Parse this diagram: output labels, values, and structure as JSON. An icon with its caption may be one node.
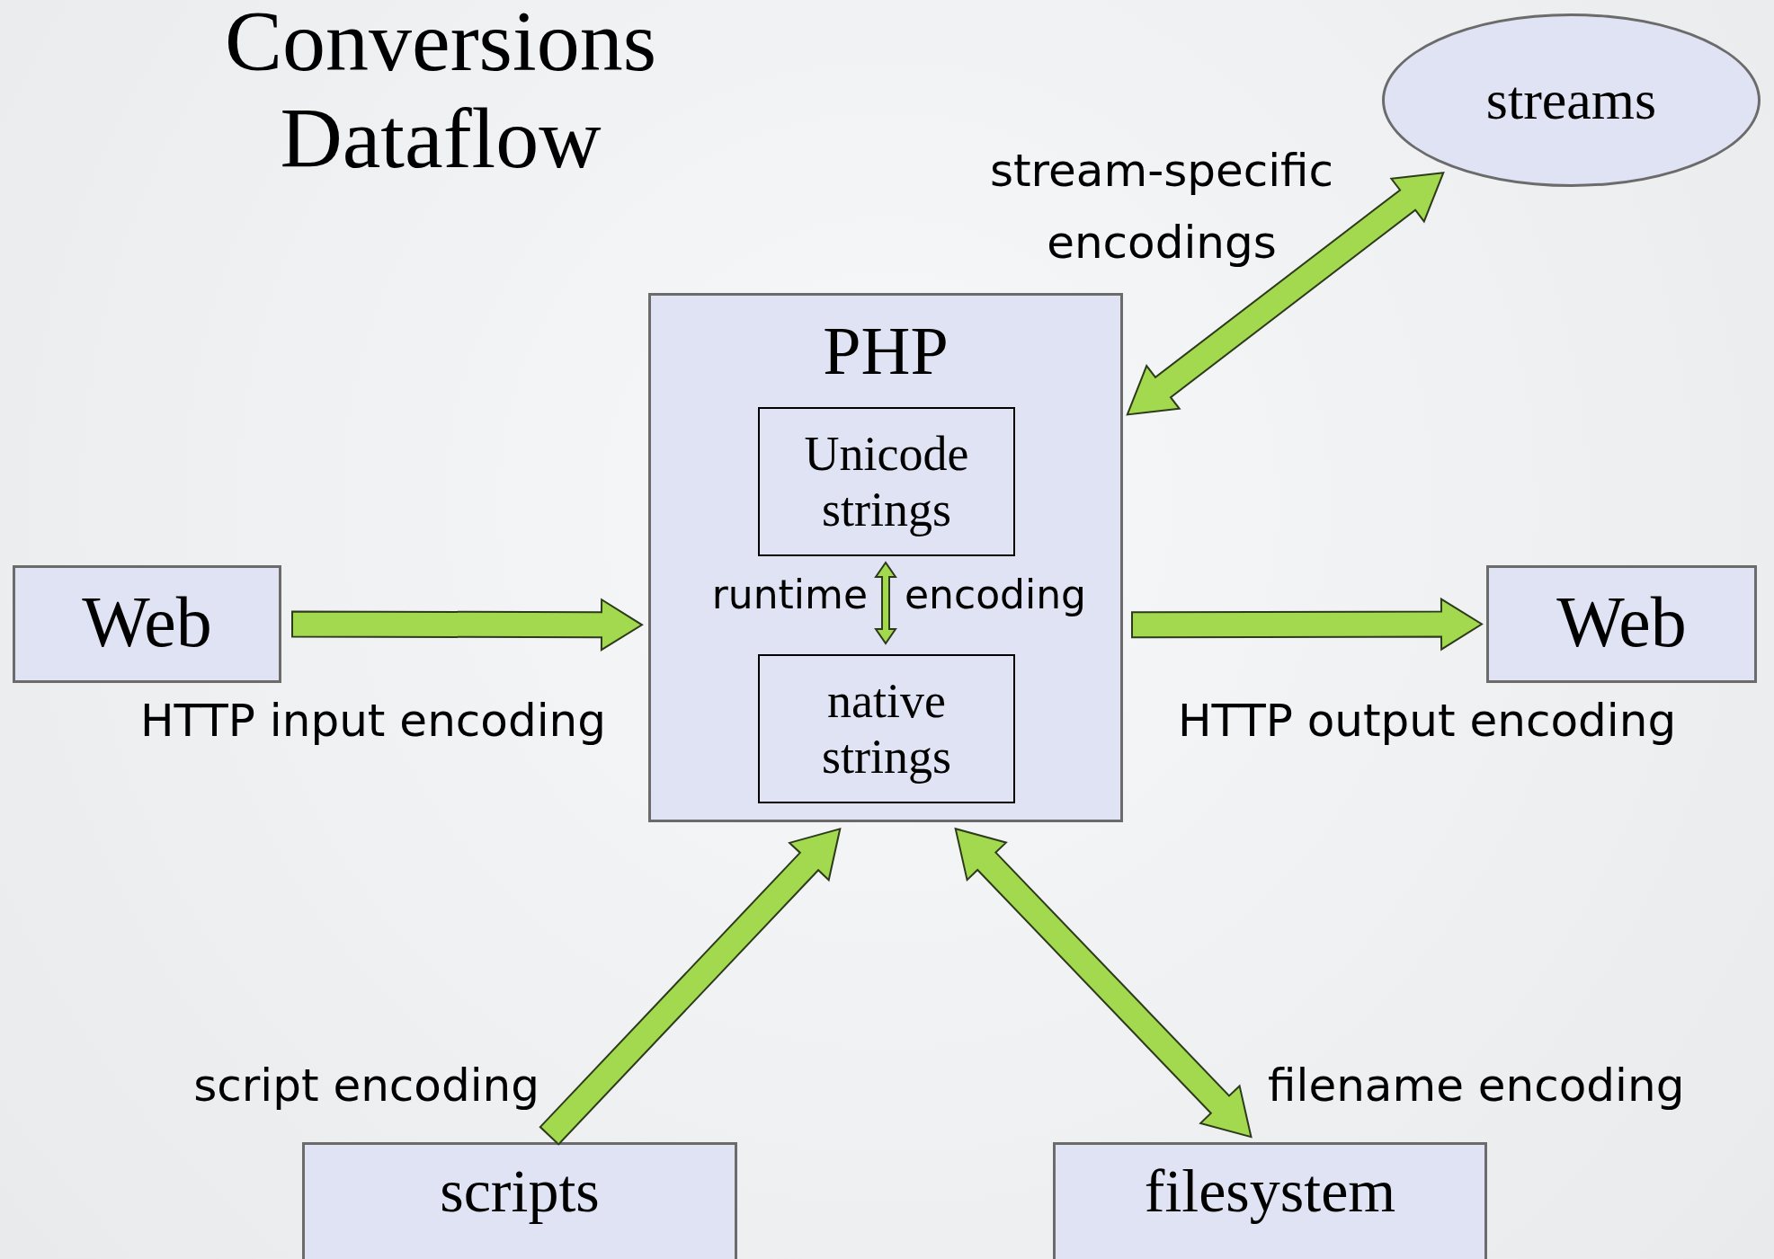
{
  "diagram": {
    "title": "Conversions Dataflow",
    "nodes": [
      {
        "text": [
          "streams"
        ]
      },
      {
        "text": [
          "PHP"
        ]
      },
      {
        "text": [
          "Unicode strings"
        ],
        "in": 1
      },
      {
        "text": [
          "native strings"
        ],
        "in": 1
      },
      {
        "text": [
          "Web"
        ]
      },
      {
        "text": [
          "Web"
        ]
      },
      {
        "text": [
          "scripts"
        ]
      },
      {
        "text": [
          "filesystem"
        ]
      }
    ],
    "edges": [
      {
        "from": 4,
        "to": 1,
        "arrow": "to",
        "label": "HTTP input encoding"
      },
      {
        "from": 1,
        "to": 5,
        "arrow": "to",
        "label": "HTTP output encoding"
      },
      {
        "from": 0,
        "to": 1,
        "arrow": "both",
        "label": "stream-specific encodings"
      },
      {
        "from": 6,
        "to": 1,
        "arrow": "to",
        "label": "script encoding"
      },
      {
        "from": 7,
        "to": 1,
        "arrow": "both",
        "label": "filename encoding"
      },
      {
        "from": 2,
        "to": 3,
        "arrow": "both"
      }
    ],
    "labels": [
      "runtime",
      "encoding"
    ]
  }
}
